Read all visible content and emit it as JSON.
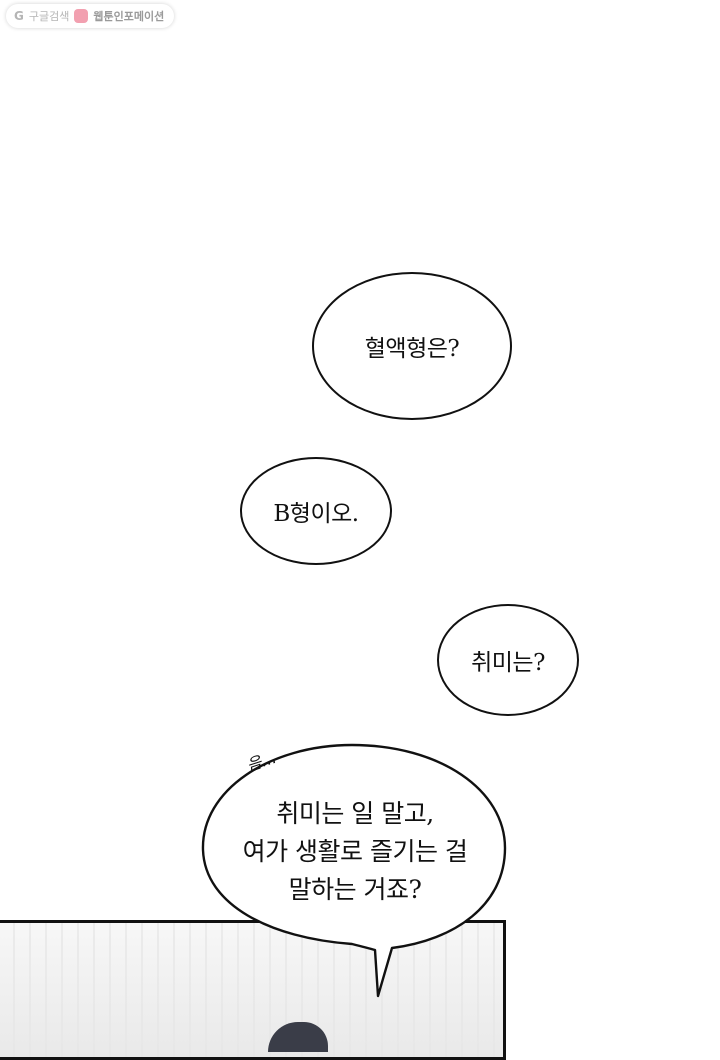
{
  "watermark": {
    "search_label": "구글검색",
    "site_name": "웹툰인포메이션"
  },
  "bubbles": {
    "blood_type_question": "혈액형은?",
    "blood_type_answer": "B형이오.",
    "hobby_question": "취미는?",
    "hobby_reply": [
      "취미는 일 말고,",
      "여가 생활로 즐기는 걸",
      "말하는 거죠?"
    ],
    "sound_effect": "음..."
  }
}
